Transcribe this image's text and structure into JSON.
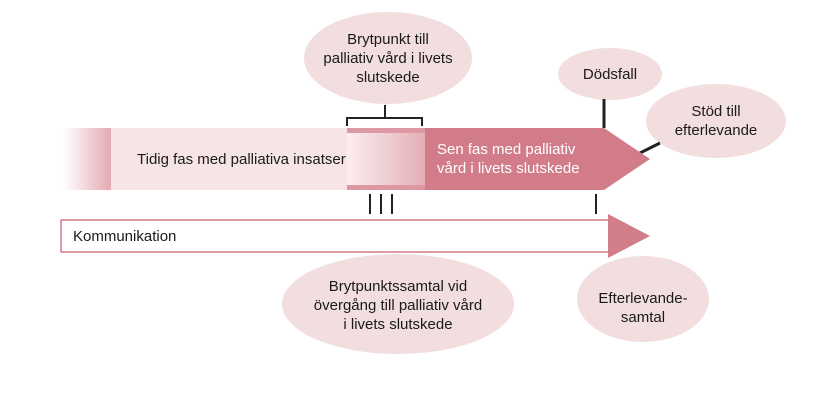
{
  "colors": {
    "bubble": "#f2dede",
    "bar_light": "#f6e4e6",
    "bar_mid": "#dc98a3",
    "bar_dark": "#d27c89",
    "arrow_head": "#d27d8a",
    "line": "#222222"
  },
  "labels": {
    "brytpunkt": "Brytpunkt till\npalliativ vård i livets\nslutskede",
    "dodsfall": "Dödsfall",
    "stod": "Stöd till\nefterlevande",
    "tidig_fas": "Tidig fas med palliativa insatser",
    "sen_fas": "Sen fas med palliativ\nvård i livets slutskede",
    "kommunikation": "Kommunikation",
    "brytpunktssamtal": "Brytpunktssamtal vid\növergång till palliativ vård\ni livets slutskede",
    "efterlevandesamtal": "Efterlevande-\nsamtal"
  }
}
